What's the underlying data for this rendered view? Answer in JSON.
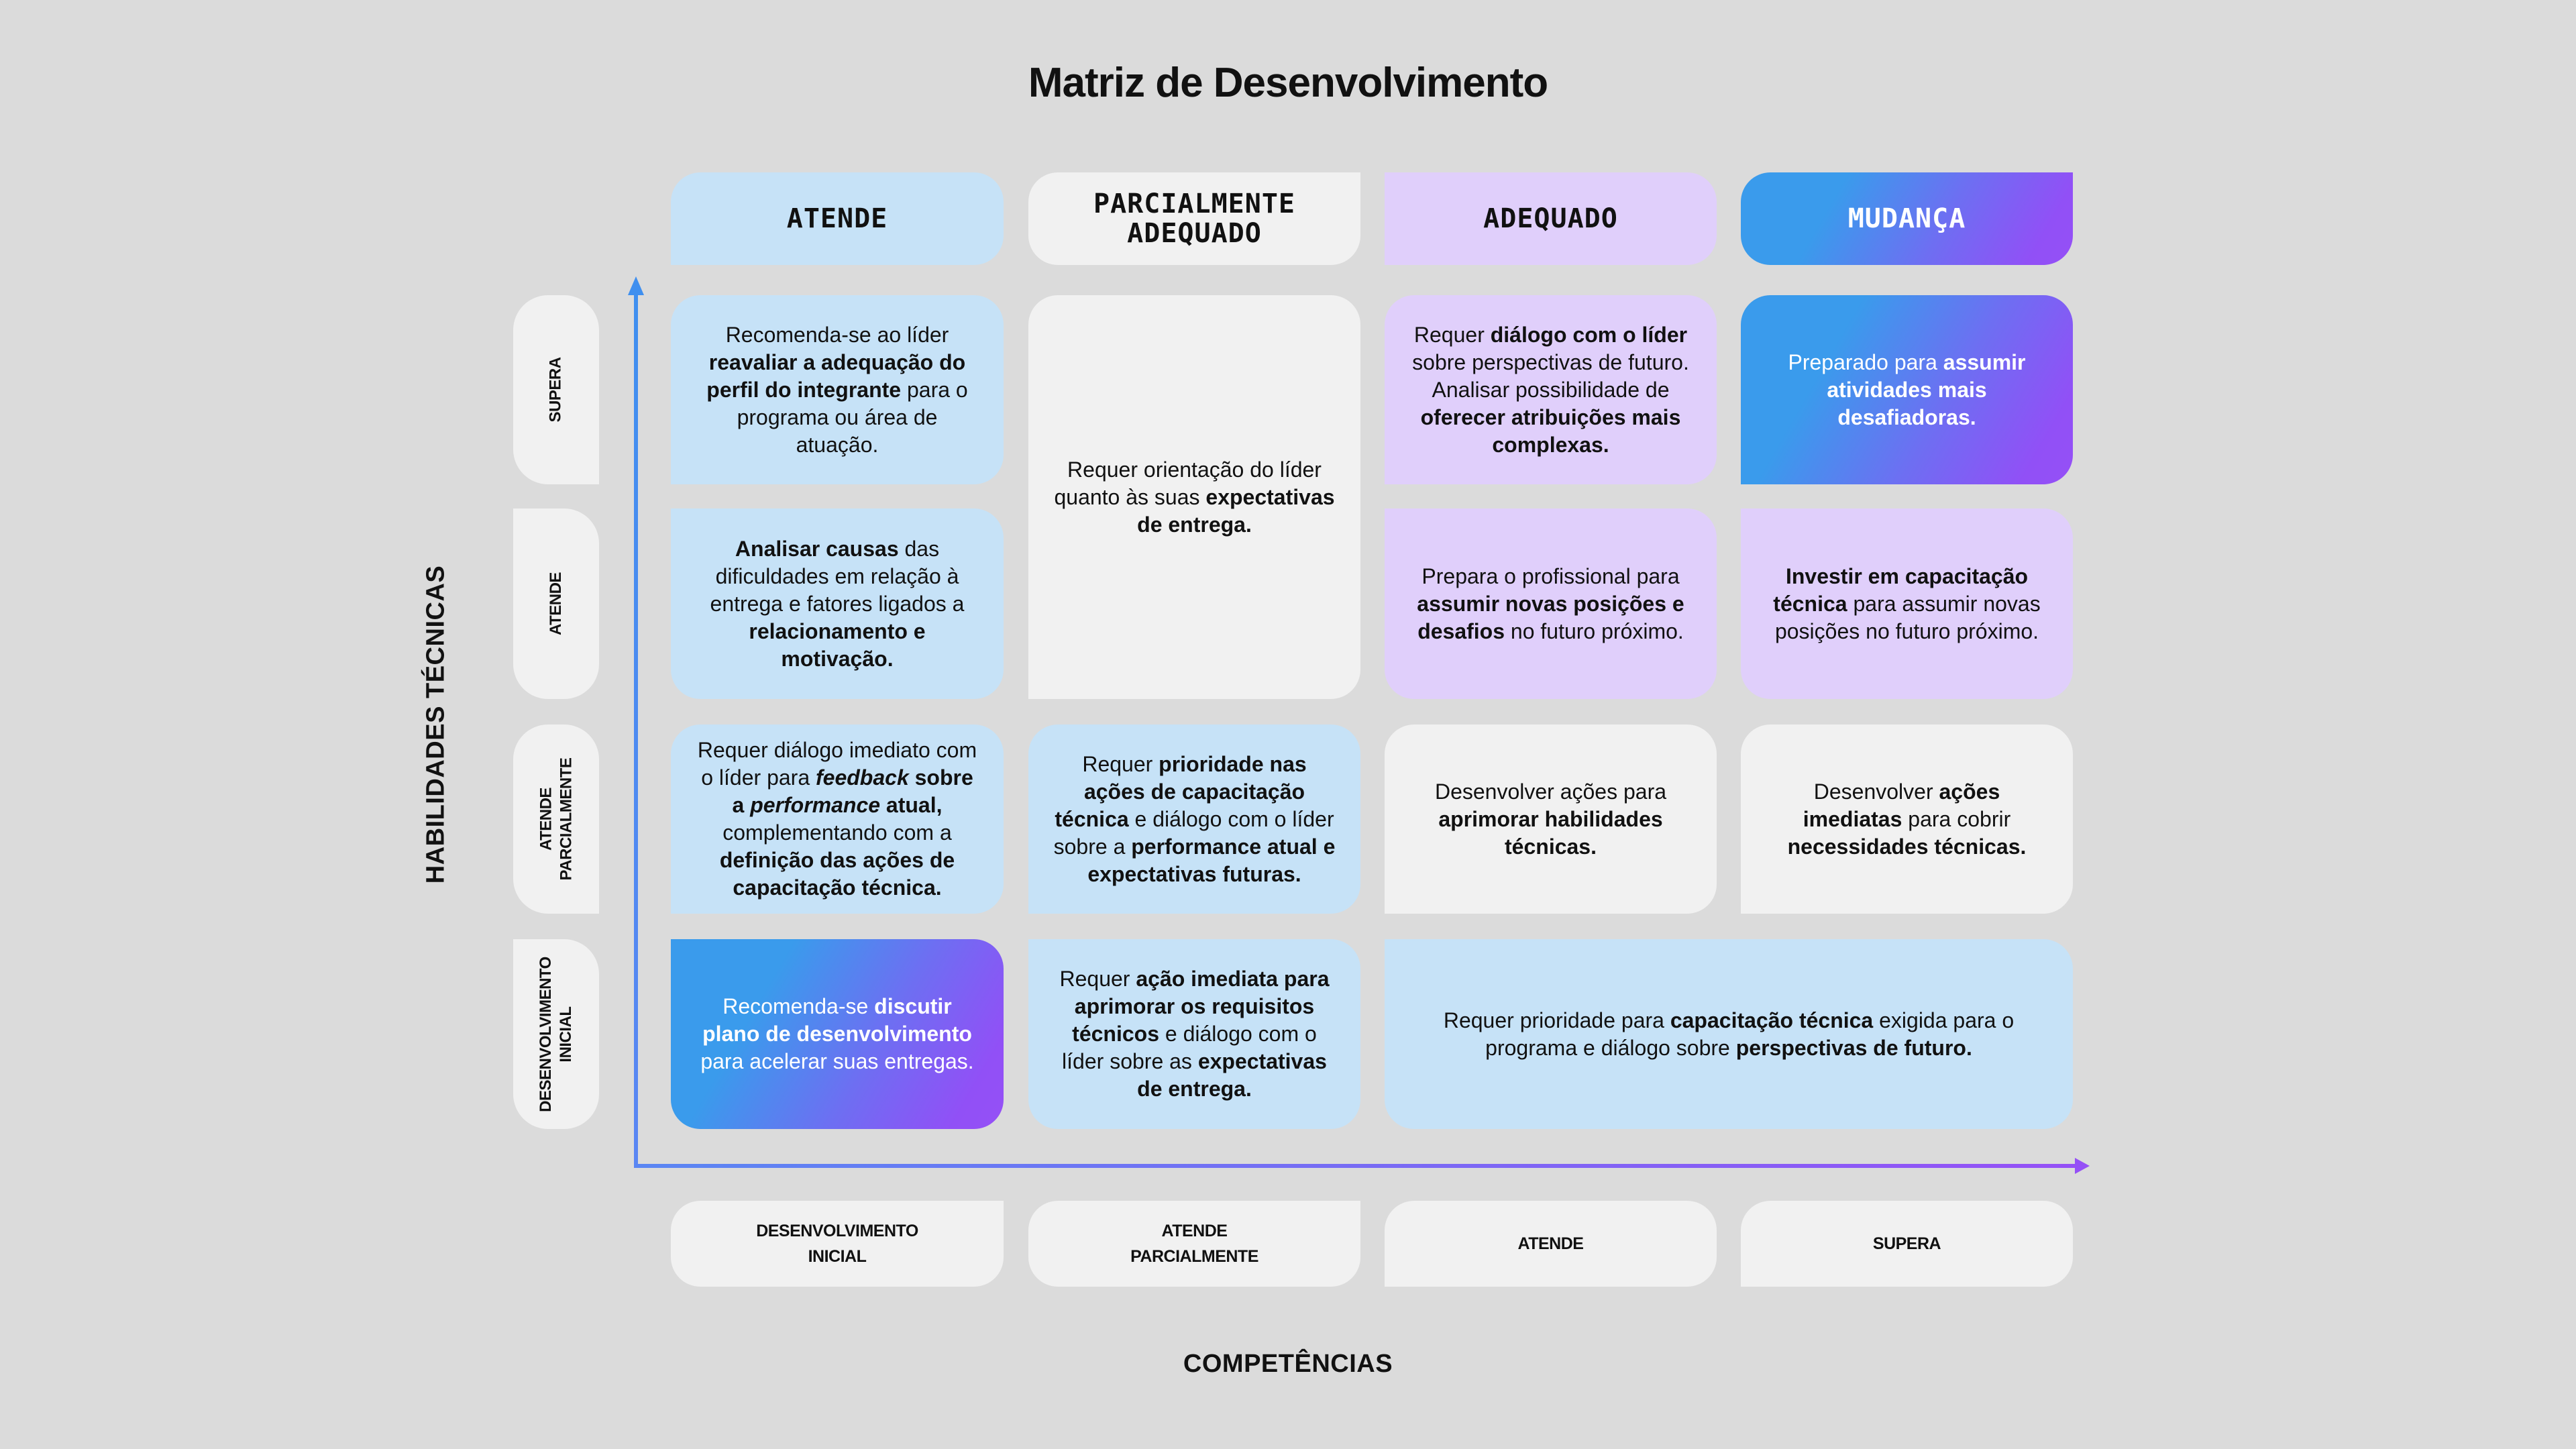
{
  "title": "Matriz de Desenvolvimento",
  "y_axis_title": "HABILIDADES TÉCNICAS",
  "x_axis_title": "COMPETÊNCIAS",
  "column_headers": [
    {
      "label": "ATENDE",
      "style": "blue"
    },
    {
      "label": "PARCIALMENTE\nADEQUADO",
      "style": "gray"
    },
    {
      "label": "ADEQUADO",
      "style": "lavender"
    },
    {
      "label": "MUDANÇA",
      "style": "gradient"
    }
  ],
  "row_labels": [
    {
      "label": "SUPERA"
    },
    {
      "label": "ATENDE"
    },
    {
      "label": "ATENDE\nPARCIALMENTE"
    },
    {
      "label": "DESENVOLVIMENTO\nINICIAL"
    }
  ],
  "bottom_labels": [
    {
      "label": "DESENVOLVIMENTO\nINICIAL"
    },
    {
      "label": "ATENDE\nPARCIALMENTE"
    },
    {
      "label": "ATENDE"
    },
    {
      "label": "SUPERA"
    }
  ],
  "cells": {
    "r1c1": {
      "style": "blue",
      "parts": [
        [
          "n",
          "Recomenda-se ao líder "
        ],
        [
          "b",
          "reavaliar a adequação do perfil do integrante"
        ],
        [
          "n",
          " para o programa ou área de atuação."
        ]
      ]
    },
    "r12c2": {
      "style": "gray",
      "parts": [
        [
          "n",
          "Requer orientação do líder quanto às suas "
        ],
        [
          "b",
          "expectativas de entrega."
        ]
      ]
    },
    "r1c3": {
      "style": "lavender",
      "parts": [
        [
          "n",
          "Requer "
        ],
        [
          "b",
          "diálogo com o líder"
        ],
        [
          "n",
          " sobre perspectivas de futuro. Analisar possibilidade de "
        ],
        [
          "b",
          "oferecer atribuições mais complexas."
        ]
      ]
    },
    "r1c4": {
      "style": "gradient",
      "parts": [
        [
          "n",
          "Preparado para "
        ],
        [
          "b",
          "assumir atividades mais desafiadoras."
        ]
      ]
    },
    "r2c1": {
      "style": "blue",
      "parts": [
        [
          "b",
          "Analisar causas"
        ],
        [
          "n",
          " das dificuldades em relação à entrega e fatores ligados a "
        ],
        [
          "b",
          "relacionamento e motivação."
        ]
      ]
    },
    "r2c3": {
      "style": "lavender",
      "parts": [
        [
          "n",
          "Prepara o profissional para "
        ],
        [
          "b",
          "assumir novas posições e desafios"
        ],
        [
          "n",
          " no futuro próximo."
        ]
      ]
    },
    "r2c4": {
      "style": "lavender",
      "parts": [
        [
          "b",
          "Investir em capacitação técnica"
        ],
        [
          "n",
          " para assumir novas posições no futuro próximo."
        ]
      ]
    },
    "r3c1": {
      "style": "blue",
      "parts": [
        [
          "n",
          "Requer diálogo imediato com o líder para "
        ],
        [
          "i",
          "feedback"
        ],
        [
          "b",
          " sobre a "
        ],
        [
          "i",
          "performance"
        ],
        [
          "b",
          " atual,"
        ],
        [
          "n",
          " complementando com a "
        ],
        [
          "b",
          "definição das ações de capacitação técnica."
        ]
      ]
    },
    "r3c2": {
      "style": "blue",
      "parts": [
        [
          "n",
          "Requer "
        ],
        [
          "b",
          "prioridade nas ações de capacitação técnica"
        ],
        [
          "n",
          " e diálogo com o líder sobre a "
        ],
        [
          "b",
          "performance atual e expectativas futuras."
        ]
      ]
    },
    "r3c3": {
      "style": "gray",
      "parts": [
        [
          "n",
          "Desenvolver ações para "
        ],
        [
          "b",
          "aprimorar habilidades técnicas."
        ]
      ]
    },
    "r3c4": {
      "style": "gray",
      "parts": [
        [
          "n",
          "Desenvolver "
        ],
        [
          "b",
          "ações imediatas"
        ],
        [
          "n",
          " para cobrir "
        ],
        [
          "b",
          "necessidades técnicas."
        ]
      ]
    },
    "r4c1": {
      "style": "gradient",
      "parts": [
        [
          "n",
          "Recomenda-se "
        ],
        [
          "b",
          "discutir plano de desenvolvimento"
        ],
        [
          "n",
          " para acelerar suas entregas."
        ]
      ]
    },
    "r4c2": {
      "style": "blue",
      "parts": [
        [
          "n",
          "Requer "
        ],
        [
          "b",
          "ação imediata para aprimorar os requisitos técnicos"
        ],
        [
          "n",
          " e diálogo com o líder sobre as "
        ],
        [
          "b",
          "expectativas de entrega."
        ]
      ]
    },
    "r4c34": {
      "style": "blue",
      "parts": [
        [
          "n",
          "Requer prioridade para "
        ],
        [
          "b",
          "capacitação técnica"
        ],
        [
          "n",
          " exigida para o programa e diálogo sobre "
        ],
        [
          "b",
          "perspectivas de futuro."
        ]
      ]
    }
  },
  "colors": {
    "background": "#dbdbdb",
    "blue": "#c6e2f7",
    "gray": "#f1f1f1",
    "lavender": "#e0cffb",
    "gradient_start": "#3a9bec",
    "gradient_end": "#9550f6",
    "y_axis": "#3f8fef",
    "x_axis_end": "#9550f6"
  }
}
